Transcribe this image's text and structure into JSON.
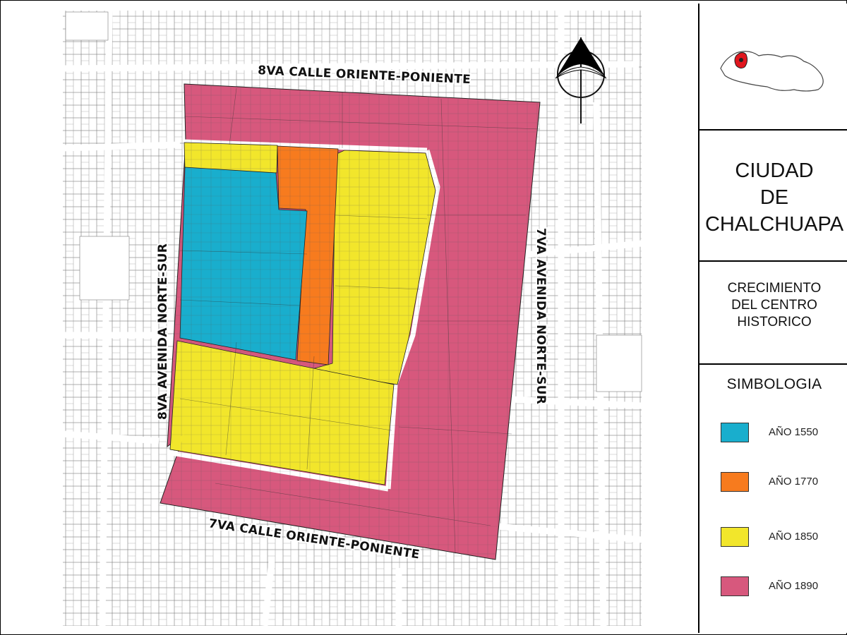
{
  "streets": {
    "north": "8VA CALLE ORIENTE-PONIENTE",
    "south": "7VA CALLE ORIENTE-PONIENTE",
    "west": "8VA AVENIDA NORTE-SUR",
    "east": "7VA AVENIDA NORTE-SUR"
  },
  "panel": {
    "city_title": [
      "CIUDAD",
      "DE",
      "CHALCHUAPA"
    ],
    "growth_title": [
      "CRECIMIENTO",
      "DEL CENTRO",
      "HISTORICO"
    ],
    "legend_title": "SIMBOLOGIA",
    "legend": [
      {
        "label": "AÑO 1550",
        "color": "#19aecd"
      },
      {
        "label": "AÑO 1770",
        "color": "#f77b1e"
      },
      {
        "label": "AÑO 1850",
        "color": "#f2e62b"
      },
      {
        "label": "AÑO 1890",
        "color": "#d7587d"
      }
    ],
    "locator_highlight_color": "#e0161e"
  },
  "icons": {
    "north_arrow": "north-arrow-icon",
    "locator_map": "el-salvador-locator-icon"
  }
}
